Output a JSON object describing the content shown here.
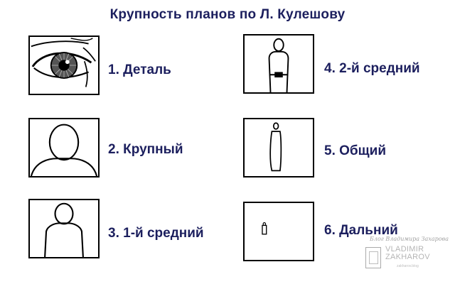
{
  "title": "Крупность планов по Л. Кулешову",
  "shots": [
    {
      "label": "1. Деталь",
      "icon": "eye-closeup"
    },
    {
      "label": "2. Крупный",
      "icon": "head-and-shoulders"
    },
    {
      "label": "3. 1-й средний",
      "icon": "bust-figure"
    },
    {
      "label": "4. 2-й средний",
      "icon": "waist-figure"
    },
    {
      "label": "5. Общий",
      "icon": "full-figure"
    },
    {
      "label": "6. Дальний",
      "icon": "distant-figure"
    }
  ],
  "watermark": {
    "signature": "Блог Владимира Захарова",
    "name_line1": "VLADIMIR",
    "name_line2": "ZAKHAROV",
    "small": "zakharov.blog"
  }
}
